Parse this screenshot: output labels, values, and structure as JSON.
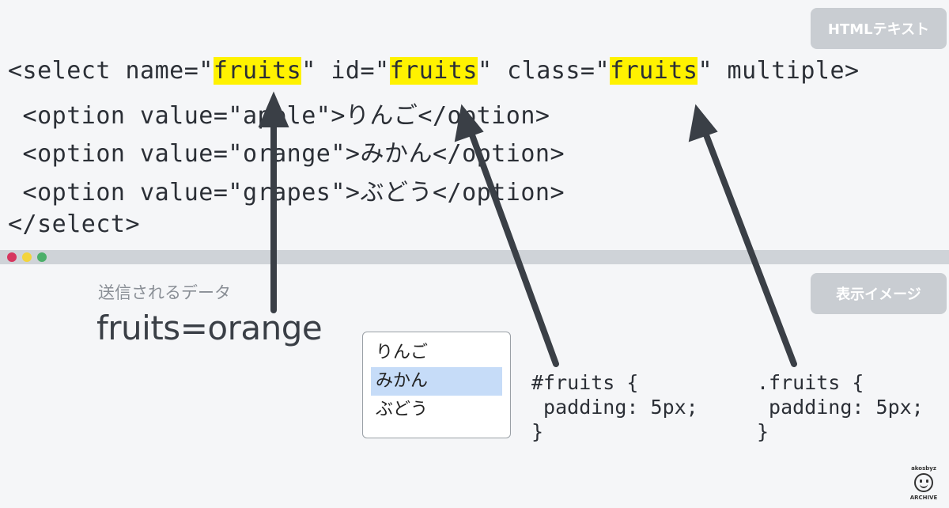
{
  "badges": {
    "top": "HTMLテキスト",
    "bottom": "表示イメージ"
  },
  "code": {
    "line1": {
      "p1": "<select name=\"",
      "v1": "fruits",
      "p2": "\" id=\"",
      "v2": "fruits",
      "p3": "\" class=\"",
      "v3": "fruits",
      "p4": "\" multiple>"
    },
    "line2": {
      "pre": " <option value=\"apple\">",
      "jp": "りんご",
      "post": "</option>"
    },
    "line3": {
      "pre": " <option value=\"orange\">",
      "jp": "みかん",
      "post": "</option>"
    },
    "line4": {
      "pre": " <option value=\"grapes\">",
      "jp": "ぶどう",
      "post": "</option>"
    },
    "line5": "</select>"
  },
  "sent": {
    "label": "送信されるデータ",
    "value": "fruits=orange"
  },
  "listbox": {
    "options": [
      {
        "label": "りんご",
        "selected": false
      },
      {
        "label": "みかん",
        "selected": true
      },
      {
        "label": "ぶどう",
        "selected": false
      }
    ]
  },
  "css": {
    "id_rule": "#fruits {\n padding: 5px;\n}",
    "class_rule": ".fruits {\n padding: 5px;\n}"
  },
  "logo": {
    "top": "akosbyz",
    "bottom": "ARCHIVE"
  },
  "colors": {
    "highlight": "#fff200",
    "selected_option": "#c6dcf8",
    "arrow": "#3a3f46",
    "badge": "#c9cdd2"
  },
  "window_dots": [
    "red",
    "yellow",
    "green"
  ]
}
